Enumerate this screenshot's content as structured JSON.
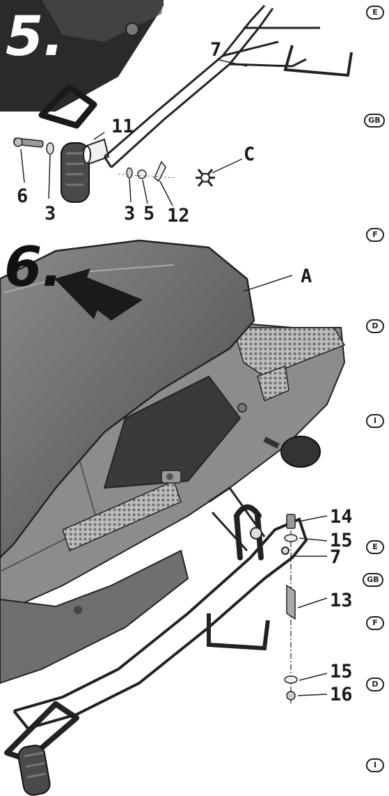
{
  "steps": {
    "five": "5.",
    "six": "6."
  },
  "callouts": {
    "c11": "11",
    "c7_top": "7",
    "cC": "C",
    "c6": "6",
    "c3a": "3",
    "c3b": "3",
    "c5": "5",
    "c12": "12",
    "cA": "A",
    "c14": "14",
    "c15a": "15",
    "c7_bottom": "7",
    "c13": "13",
    "c15b": "15",
    "c16": "16"
  },
  "languages": {
    "top": [
      "E",
      "GB",
      "F",
      "D",
      "I"
    ],
    "bottom": [
      "E",
      "GB",
      "F",
      "D",
      "I"
    ]
  }
}
